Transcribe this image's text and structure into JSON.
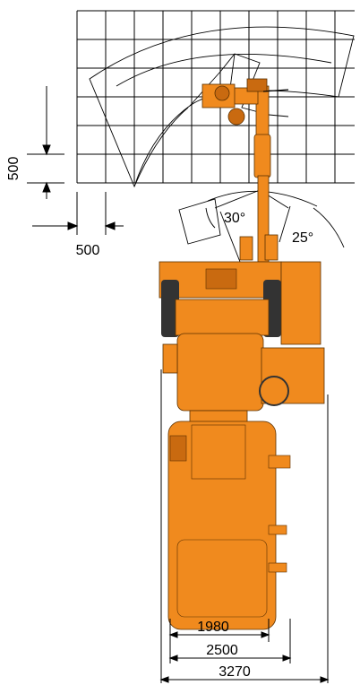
{
  "diagram": {
    "grid_scale_vertical": "500",
    "grid_scale_horizontal": "500",
    "left_swing_angle": "30°",
    "right_swing_angle": "25°",
    "width_dimensions": [
      "1980",
      "2500",
      "3270"
    ],
    "colors": {
      "machine_body": "#f08a1e",
      "machine_shadow": "#c96a10",
      "tyre": "#333333",
      "grid": "#000000"
    }
  }
}
